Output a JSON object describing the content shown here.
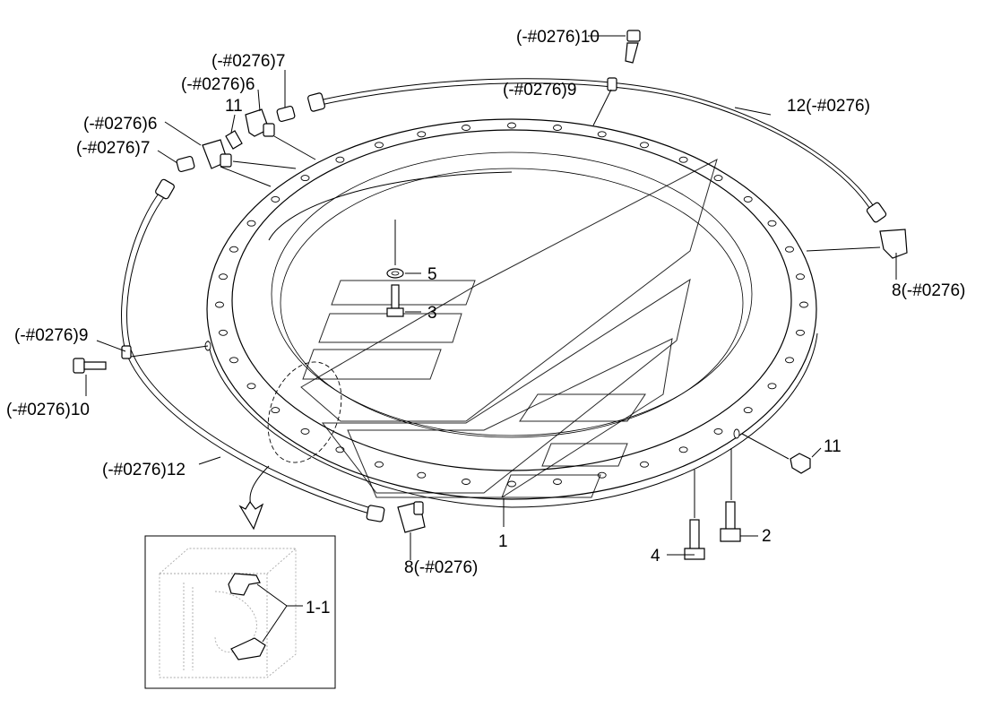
{
  "callouts": {
    "p1": "1",
    "p1_1": "1-1",
    "p2": "2",
    "p3": "3",
    "p4": "4",
    "p5": "5",
    "p6_a": "(-#0276)6",
    "p6_b": "(-#0276)6",
    "p7_a": "(-#0276)7",
    "p7_b": "(-#0276)7",
    "p8_a": "8(-#0276)",
    "p8_b": "8(-#0276)",
    "p9_a": "(-#0276)9",
    "p9_b": "(-#0276)9",
    "p10_a": "(-#0276)10",
    "p10_b": "(-#0276)10",
    "p11_a": "11",
    "p11_b": "11",
    "p12_a": "12(-#0276)",
    "p12_b": "(-#0276)12"
  }
}
